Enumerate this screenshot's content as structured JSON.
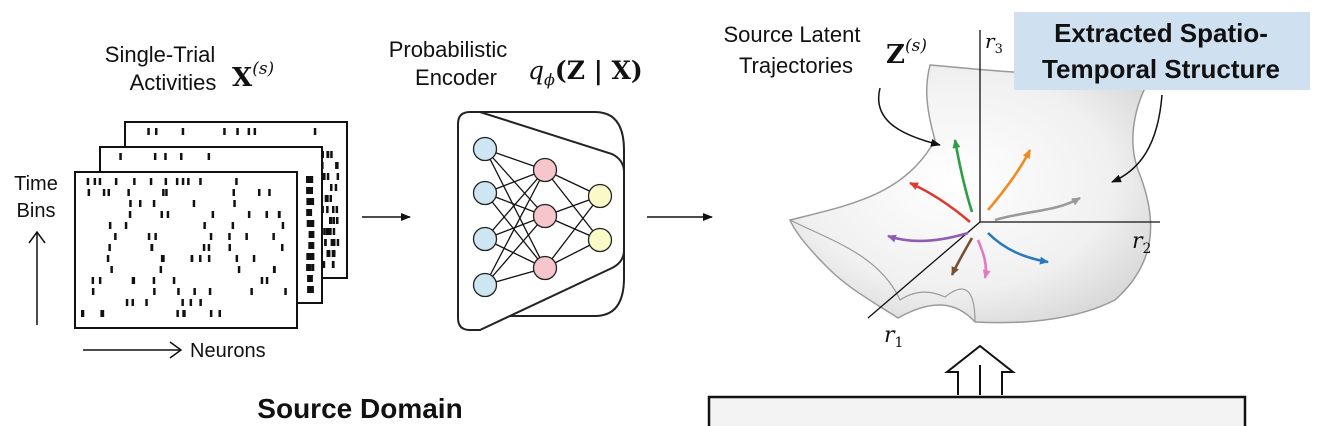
{
  "left": {
    "activities_line1": "Single-Trial",
    "activities_line2": "Activities",
    "activities_symbol": "X",
    "activities_sup": "(s)",
    "time_bins_line1": "Time",
    "time_bins_line2": "Bins",
    "neurons": "Neurons"
  },
  "encoder": {
    "line1": "Probabilistic",
    "line2": "Encoder",
    "formula": "q",
    "formula_sub": "ϕ",
    "formula_rest": "(Z | X)"
  },
  "latent": {
    "line1": "Source Latent",
    "line2": "Trajectories",
    "symbol": "Z",
    "symbol_sup": "(s)",
    "axis_r1": "r",
    "axis_r1_sub": "1",
    "axis_r2": "r",
    "axis_r2_sub": "2",
    "axis_r3": "r",
    "axis_r3_sub": "3"
  },
  "structure": {
    "line1": "Extracted Spatio-",
    "line2": "Temporal Structure",
    "highlight_color": "#cfe0f1"
  },
  "domain_title": "Source Domain",
  "neural_network": {
    "input_color": "#cde6f2",
    "hidden_color": "#f6c6cc",
    "output_color": "#fafac8"
  },
  "trajectory_colors": [
    "#e03a2e",
    "#2e9e44",
    "#f08a22",
    "#9a9a9a",
    "#8e5db5",
    "#7a4f33",
    "#e07ac4",
    "#2a78bd"
  ]
}
